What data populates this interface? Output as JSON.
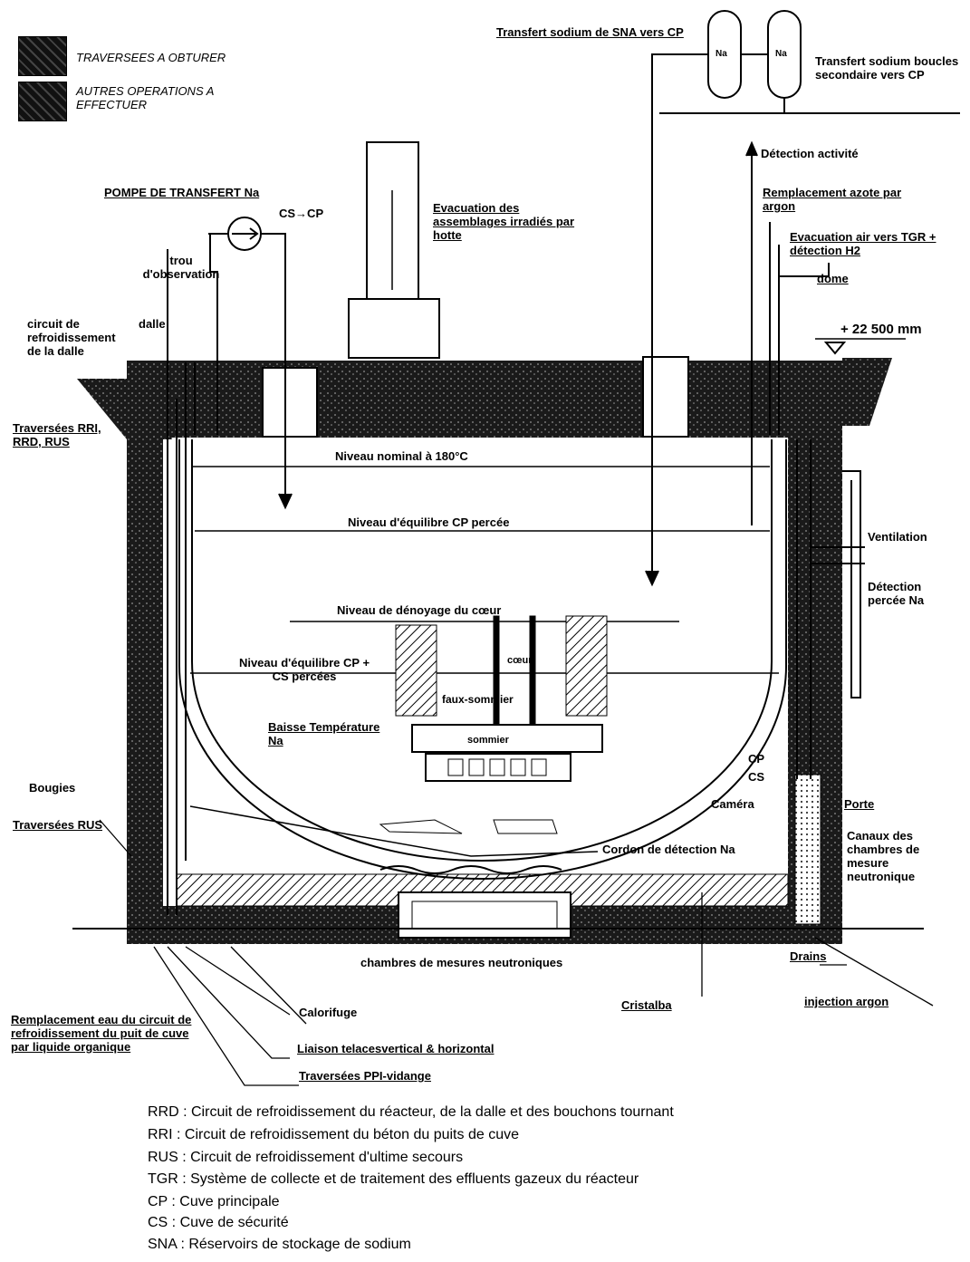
{
  "legend": [
    {
      "text": "TRAVERSEES A OBTURER"
    },
    {
      "text": "AUTRES OPERATIONS A EFFECTUER"
    }
  ],
  "labels": {
    "transfert_sna": "Transfert sodium de SNA vers CP",
    "na1": "Na",
    "na2": "Na",
    "transfert_boucles": "Transfert sodium boucles secondaire vers CP",
    "detection_activite": "Détection activité",
    "remplacement_azote": "Remplacement azote par argon",
    "evacuation_air": "Evacuation air vers TGR + détection H2",
    "dome": "dome",
    "cote": "+ 22 500 mm",
    "pompe": "POMPE DE TRANSFERT Na",
    "cs_cp": "CS→CP",
    "evacuation_assemblages": "Evacuation des assemblages irradiés par hotte",
    "trou_observation": "trou d'observation",
    "dalle": "dalle",
    "circuit_refroid_dalle": "circuit de refroidissement de la dalle",
    "traversees_rru_rus": "Traversées RRI, RRD, RUS",
    "niveau_nominal": "Niveau nominal à 180°C",
    "niveau_equilibre_cp": "Niveau d'équilibre CP percée",
    "ventilation": "Ventilation",
    "detection_percee": "Détection percée Na",
    "niveau_denoyage": "Niveau de dénoyage du cœur",
    "niveau_equilibre_cpcs": "Niveau d'équilibre CP + CS percées",
    "coeur": "cœur",
    "sous_sommier": "faux-sommier",
    "sommier": "sommier",
    "baisse_temp": "Baisse Température Na",
    "cp": "CP",
    "cs": "CS",
    "bougies": "Bougies",
    "traversees_rus": "Traversées RUS",
    "camera": "Caméra",
    "porte": "Porte",
    "canaux": "Canaux des chambres de mesure neutronique",
    "cordon": "Cordon de détection Na",
    "chambres": "chambres de mesures neutroniques",
    "drains": "Drains",
    "calorifuge": "Calorifuge",
    "cristalba": "Cristalba",
    "injection_argon": "injection argon",
    "remplacement_eau": "Remplacement eau du circuit de refroidissement du puit de cuve par liquide organique",
    "liaison": "Liaison telacesvertical & horizontal",
    "traversees_ppi": "Traversées PPI-vidange"
  },
  "abbreviations": [
    "RRD : Circuit de refroidissement du réacteur, de la dalle et des bouchons tournant",
    "RRI : Circuit de refroidissement du béton du puits de cuve",
    "RUS : Circuit de refroidissement d'ultime secours",
    "TGR : Système de collecte et de traitement des effluents gazeux du réacteur",
    "CP : Cuve principale",
    "CS : Cuve de sécurité",
    "SNA : Réservoirs de stockage de sodium"
  ]
}
